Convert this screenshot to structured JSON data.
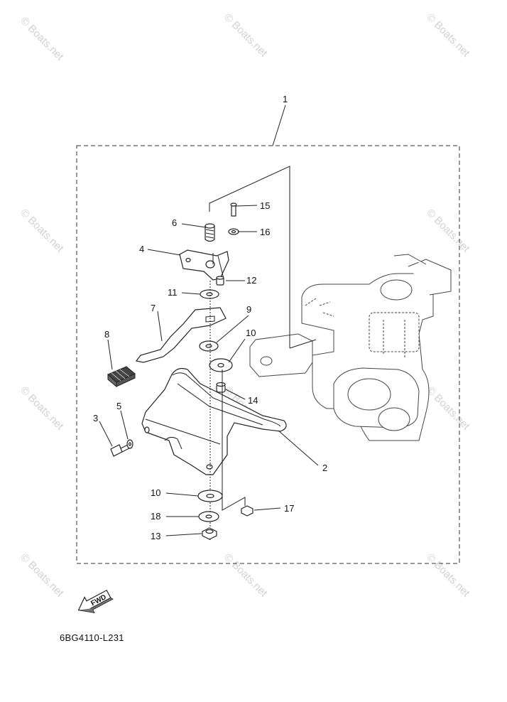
{
  "diagram_code": "6BG4110-L231",
  "fwd_label": "FWD",
  "watermark": "© Boats.net",
  "callouts": {
    "c1": "1",
    "c2": "2",
    "c3": "3",
    "c4": "4",
    "c5": "5",
    "c6": "6",
    "c7": "7",
    "c8": "8",
    "c9": "9",
    "c10a": "10",
    "c10b": "10",
    "c11": "11",
    "c12": "12",
    "c13": "13",
    "c14": "14",
    "c15": "15",
    "c16": "16",
    "c17": "17",
    "c18": "18"
  }
}
